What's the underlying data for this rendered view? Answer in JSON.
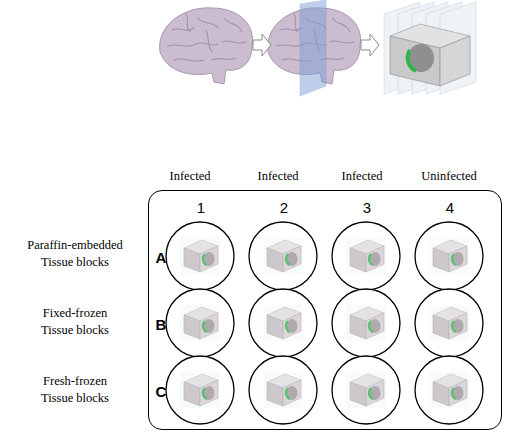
{
  "diagram": {
    "nodes": [
      {
        "text": [
          "1",
          "2",
          "3",
          "4",
          "A",
          "B",
          "C"
        ]
      }
    ],
    "labels": [
      "Infected",
      "Infected",
      "Infected",
      "Uninfected",
      "Paraffin-embedded Tissue blocks",
      "Fixed-frozen Tissue blocks",
      "Fresh-frozen Tissue blocks"
    ]
  }
}
